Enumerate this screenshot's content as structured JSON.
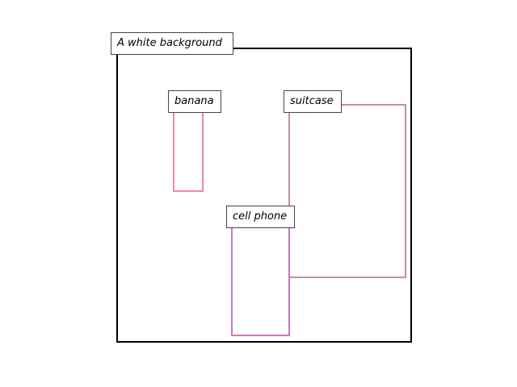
{
  "caption": "A white background",
  "objects": [
    {
      "label": "banana",
      "color": "#f08aa0"
    },
    {
      "label": "suitcase",
      "color": "#c090a8"
    },
    {
      "label": "cell phone",
      "color": "#cc78b8"
    }
  ],
  "frame_color": "#000000"
}
